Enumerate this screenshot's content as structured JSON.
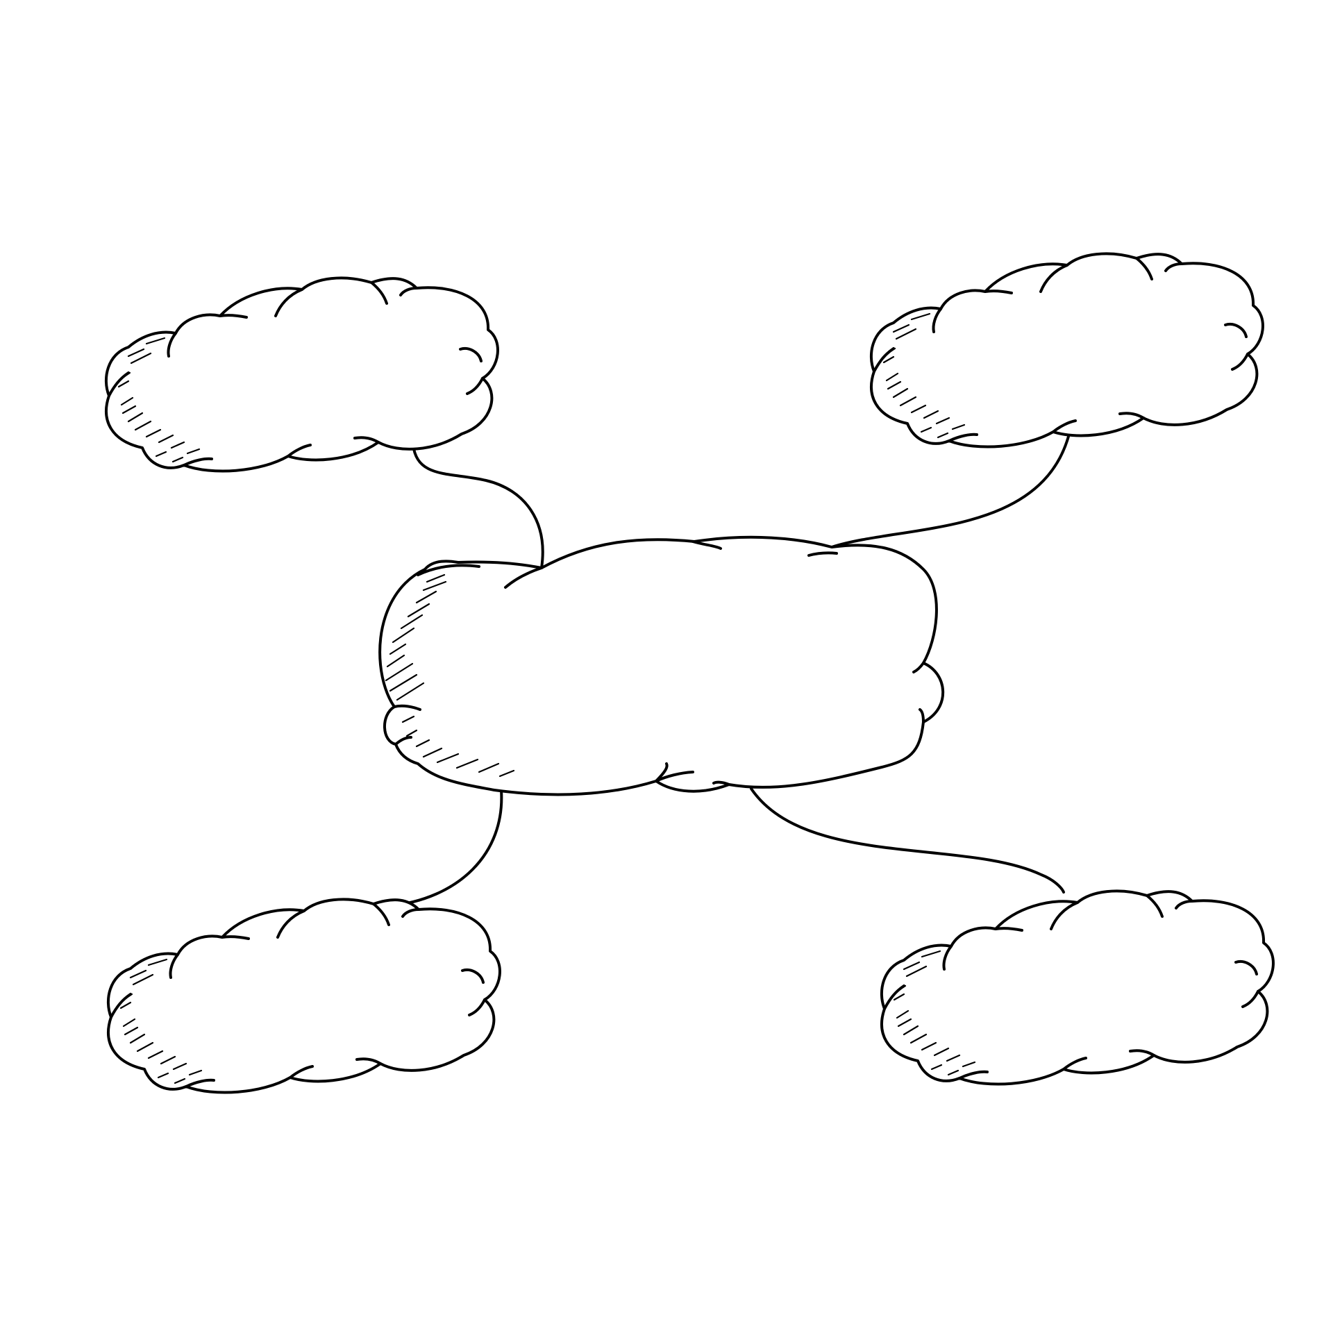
{
  "diagram": {
    "type": "mind-map",
    "colors": {
      "background": "#ffffff",
      "ink": "#000000"
    },
    "nodes": [
      {
        "id": "center",
        "shape": "cloud",
        "label": ""
      },
      {
        "id": "top-left",
        "shape": "cloud",
        "label": ""
      },
      {
        "id": "top-right",
        "shape": "cloud",
        "label": ""
      },
      {
        "id": "bottom-left",
        "shape": "cloud",
        "label": ""
      },
      {
        "id": "bottom-right",
        "shape": "cloud",
        "label": ""
      }
    ],
    "edges": [
      {
        "from": "center",
        "to": "top-left"
      },
      {
        "from": "center",
        "to": "top-right"
      },
      {
        "from": "center",
        "to": "bottom-left"
      },
      {
        "from": "center",
        "to": "bottom-right"
      }
    ]
  }
}
